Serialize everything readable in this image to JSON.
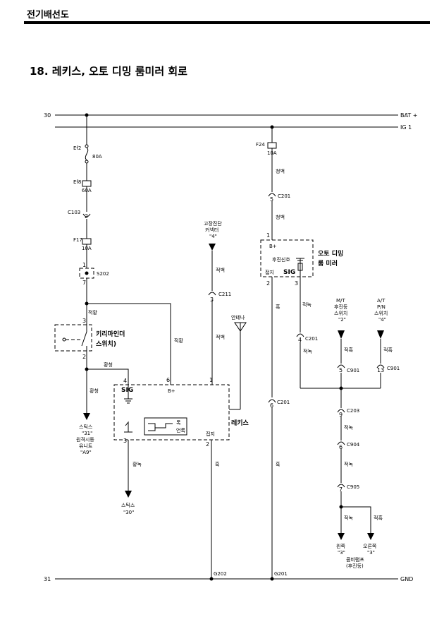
{
  "header": {
    "title": "전기배선도"
  },
  "section": {
    "title": "18. 레키스, 오토 디밍 룸미러 회로"
  },
  "rails": {
    "bat_num": "30",
    "bat_label": "BAT +",
    "ig_label": "IG 1",
    "gnd_num": "31",
    "gnd_label": "GND"
  },
  "fuses": {
    "ef2": {
      "name": "Ef2",
      "rating": "80A"
    },
    "ef8": {
      "name": "Ef8",
      "rating": "60A"
    },
    "f17": {
      "name": "F17",
      "rating": "10A"
    },
    "f24": {
      "name": "F24",
      "rating": "10A"
    }
  },
  "connectors": {
    "c103": "C103",
    "s202": "S202",
    "c201": "C201",
    "c211": "C211",
    "c901": "C901",
    "c203": "C203",
    "c904": "C904",
    "c905": "C905",
    "g202": "G202",
    "g201": "G201"
  },
  "pins": {
    "c103": "2",
    "s202_top": "1",
    "s202_bottom": "7",
    "c201_top": "5",
    "mirror_top": "1",
    "mirror_gnd": "2",
    "mirror_sig": "3",
    "c211": "3",
    "diag_pin": "1",
    "switch_top": "3",
    "switch_bottom": "2",
    "rekes_pin6": "6",
    "rekes_pin1": "1",
    "rekes_pin4": "4",
    "rekes_pin3": "3",
    "rekes_pin2": "2",
    "c201_mid": "4",
    "c901_left": "5",
    "c901_right": "13",
    "c203": "9",
    "c904": "6",
    "c905": "7",
    "c201_bottom": "6"
  },
  "wire_colors": {
    "pink_white": "청백",
    "red_yellow": "적황",
    "yellow_green": "황청",
    "yellow_green_2": "황청",
    "yellow_black": "황녹",
    "red_white": "적백",
    "red_black": "적흑",
    "red_green": "적녹",
    "black": "흑",
    "red_green_2": "적녹",
    "red_green_3": "적녹",
    "red_black_2": "적흑",
    "red_green_4": "적녹",
    "red_green_5": "적녹",
    "red_black_3": "적흑"
  },
  "components": {
    "key_switch": "키리마인더\n스위치)",
    "key_switch_1": "키리마인더",
    "key_switch_2": "스위치)",
    "rekes": "레키스",
    "rekes_b": "B+",
    "rekes_sig": "SIG",
    "rekes_gnd": "접지",
    "rekes_box_1": "록",
    "rekes_box_2": "언록",
    "mirror_1": "오토 디밍",
    "mirror_2": "룸 미러",
    "mirror_b": "B+",
    "mirror_rev": "후진신호",
    "mirror_gnd": "접지",
    "mirror_sig": "SIG",
    "antenna": "안테나",
    "diag_1": "고장진단",
    "diag_2": "커넥터",
    "diag_3": "\"4\"",
    "mt_1": "M/T",
    "mt_2": "후진등",
    "mt_3": "스위치",
    "mt_4": "\"2\"",
    "at_1": "A/T",
    "at_2": "P/N",
    "at_3": "스위치",
    "at_4": "\"4\"",
    "stix31_1": "스틱스",
    "stix31_2": "\"31\"",
    "stix31_3": "원격시동",
    "stix31_4": "유니트",
    "stix31_5": "\"A9\"",
    "stix30_1": "스틱스",
    "stix30_2": "\"30\"",
    "left_1": "왼쪽",
    "left_2": "\"3\"",
    "right_1": "오른쪽",
    "right_2": "\"3\"",
    "combi_1": "콤비램프",
    "combi_2": "(후진등)"
  }
}
